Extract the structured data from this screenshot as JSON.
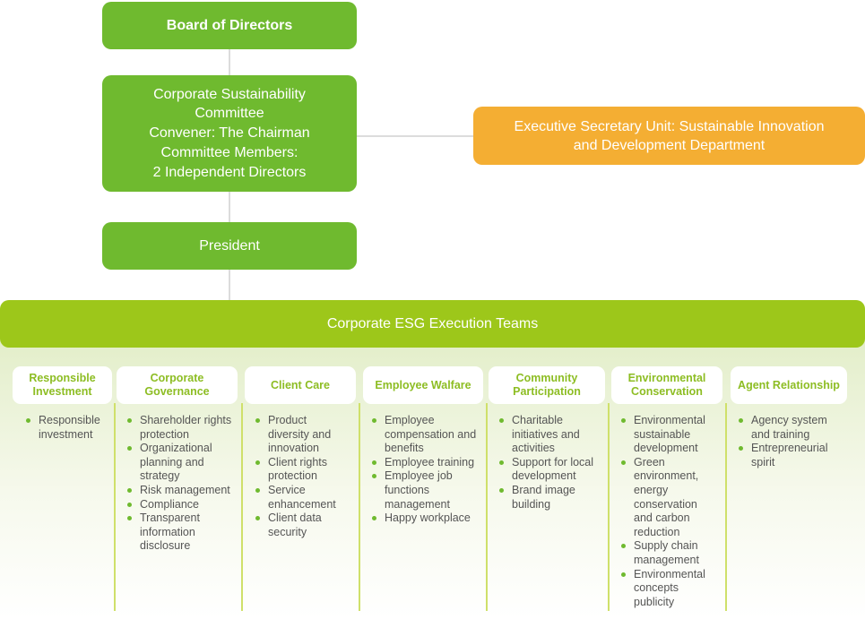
{
  "board": {
    "label": "Board of Directors"
  },
  "committee": {
    "title_line1": "Corporate Sustainability",
    "title_line2": "Committee",
    "convener": "Convener: The Chairman",
    "members_label": "Committee Members:",
    "members": "2 Independent Directors"
  },
  "secretary": {
    "line1": "Executive Secretary Unit: Sustainable Innovation",
    "line2": "and Development Department"
  },
  "president": {
    "label": "President"
  },
  "esg": {
    "label": "Corporate ESG Execution Teams"
  },
  "colors": {
    "primary_green": "#6fba2f",
    "lime_green": "#9dc71a",
    "orange": "#f4ae33",
    "team_title": "#8dbd23",
    "connector": "#dcdcdc"
  },
  "teams": [
    {
      "title": "Responsible Investment",
      "items": [
        "Responsible investment"
      ]
    },
    {
      "title": "Corporate Governance",
      "items": [
        "Shareholder rights protection",
        "Organizational planning and strategy",
        "Risk management",
        "Compliance",
        "Transparent information disclosure"
      ]
    },
    {
      "title": "Client Care",
      "items": [
        "Product diversity and innovation",
        "Client rights protection",
        "Service enhancement",
        "Client data security"
      ]
    },
    {
      "title": "Employee Walfare",
      "items": [
        "Employee compensation and benefits",
        "Employee training",
        "Employee job functions management",
        "Happy workplace"
      ]
    },
    {
      "title": "Community Participation",
      "items": [
        "Charitable initiatives and activities",
        "Support for local development",
        "Brand image building"
      ]
    },
    {
      "title": "Environmental Conservation",
      "items": [
        "Environmental sustainable development",
        "Green environment, energy conservation and carbon reduction",
        "Supply chain management",
        "Environmental concepts publicity"
      ]
    },
    {
      "title": "Agent Relationship",
      "items": [
        "Agency system and training",
        "Entrepreneurial spirit"
      ]
    }
  ]
}
